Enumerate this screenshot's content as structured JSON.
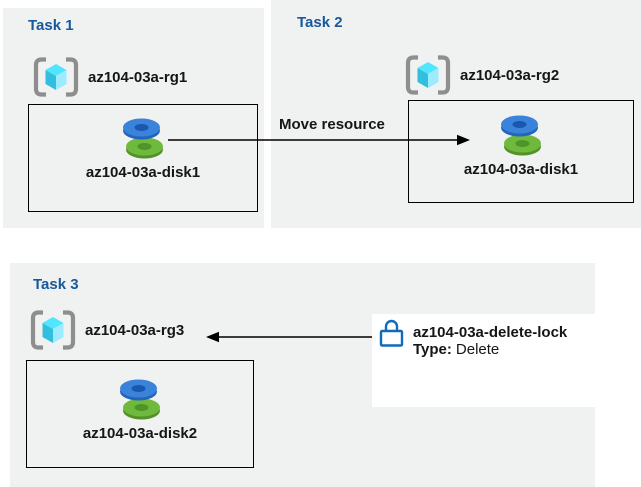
{
  "tasks": [
    {
      "title": "Task 1",
      "rg_label": "az104-03a-rg1",
      "disk_label": "az104-03a-disk1"
    },
    {
      "title": "Task 2",
      "rg_label": "az104-03a-rg2",
      "disk_label": "az104-03a-disk1"
    },
    {
      "title": "Task 3",
      "rg_label": "az104-03a-rg3",
      "disk_label": "az104-03a-disk2"
    }
  ],
  "arrows": {
    "move_label": "Move resource"
  },
  "lock": {
    "name": "az104-03a-delete-lock",
    "type_label": "Type:",
    "type_value": "Delete"
  },
  "colors": {
    "panel_bg": "#F0F1F1",
    "title_blue": "#17599C",
    "lock_blue": "#0F6CBD",
    "disk_blue": "#3A82DA",
    "disk_green": "#6FB93C",
    "cube_top": "#50E6FF",
    "cube_left": "#32BEDD",
    "cube_right": "#9CEBFF",
    "bracket_gray": "#8E8E8E",
    "arrow": "#000000"
  }
}
